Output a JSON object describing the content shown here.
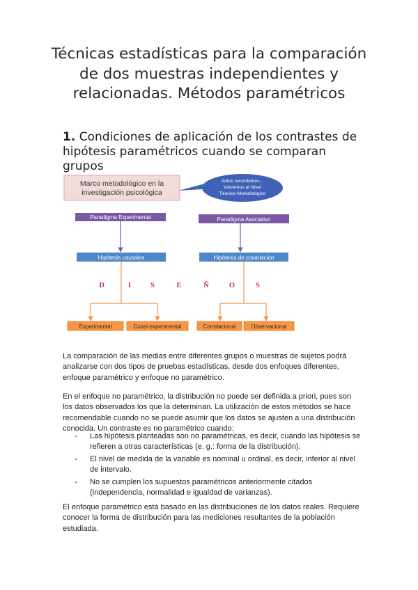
{
  "document": {
    "title": "Técnicas estadísticas para la comparación de dos muestras independientes y relacionadas. Métodos paramétricos",
    "section_number": "1.",
    "section_title": "Condiciones de aplicación de los contrastes de hipótesis paramétricos cuando se comparan grupos"
  },
  "diagram": {
    "marco_box": "Marco metodológico en la investigación psicológica",
    "callout_lines": [
      "Antes recordemos...",
      "Volvemos al Nivel",
      "Técnico-Metodológico"
    ],
    "paradigm_experimental": "Paradigma Experimental",
    "paradigm_asociativo": "Paradigma Asociativo",
    "hipotesis_causales": "Hipótesis causales",
    "hipotesis_covariacion": "Hipótesis de covariación",
    "disenos_letters": [
      "D",
      "I",
      "S",
      "E",
      "Ñ",
      "O",
      "S"
    ],
    "design_experimental": "Experimental",
    "design_cuasi": "Cuasi-experimental",
    "design_correlacional": "Correlacional",
    "design_observacional": "Observacional",
    "colors": {
      "purple": "#7b58a6",
      "blue": "#4f86c6",
      "orange": "#f79646",
      "magenta": "#c0267a",
      "marco_fill": "#f2dcdb",
      "callout_fill": "#3f62b8"
    }
  },
  "body": {
    "p1": "La comparación de las medias entre diferentes grupos o muestras de sujetos podrá analizarse con dos tipos de pruebas estadísticas, desde dos enfoques diferentes, enfoque paramétrico y enfoque no paramétrico.",
    "p2": "En el enfoque no paramétrico, la distribución no puede ser definida a priori, pues son los datos observados los que la determinan. La utilización de estos métodos se hace recomendable cuando no se puede asumir que los datos se ajusten a una distribución conocida. Un contraste es no paramétrico cuando:",
    "list": [
      "Las hipótesis planteadas son no paramétricas, es decir, cuando las hipótesis se refieren a otras características (e. g.: forma de la distribución).",
      "El nivel de medida de la variable es nominal u ordinal, es decir, inferior al nivel de intervalo.",
      "No se cumplen los supuestos paramétricos anteriormente citados (independencia, normalidad e igualdad de varianzas)."
    ],
    "list_dash": "-",
    "p3": "El enfoque paramétrico está basado en las distribuciones de los datos reales. Requiere conocer la forma de distribución para las mediciones resultantes de la población estudiada."
  }
}
